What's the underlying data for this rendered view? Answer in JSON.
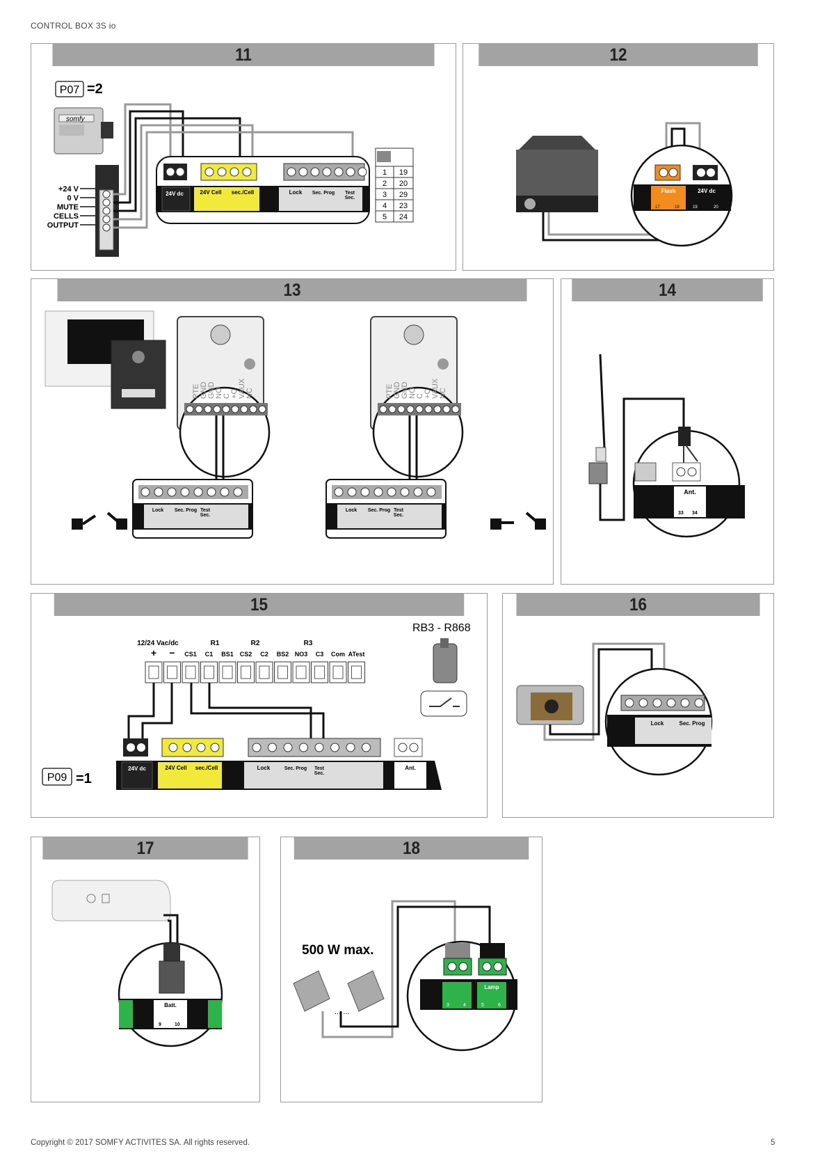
{
  "header": {
    "title": "CONTROL BOX 3S io"
  },
  "footer": {
    "copyright": "Copyright © 2017 SOMFY ACTIVITES SA. All rights reserved.",
    "page_number": "5"
  },
  "colors": {
    "panel_title_bg": "#a3a3a3",
    "yellow": "#f1ea3a",
    "orange": "#f28c1e",
    "green": "#2db34a",
    "black": "#111111",
    "grey_wire": "#999999"
  },
  "panels": {
    "p11": {
      "number": "11",
      "param_code": "P07",
      "param_value": "=2",
      "logo": "somfy",
      "sensor_labels": [
        "+24 V",
        "0 V",
        "MUTE",
        "CELLS",
        "OUTPUT"
      ],
      "sensor_pins": [
        "1",
        "2",
        "3",
        "4",
        "5"
      ],
      "terminal_24v": "24V dc",
      "terminal_cell": "24V Cell",
      "terminal_sec": "sec./Cell",
      "terminal_lock": "Lock",
      "terminal_secprog": "Sec. Prog",
      "terminal_test": "Test",
      "terminal_sec2": "Sec.",
      "table": [
        [
          "1",
          "19"
        ],
        [
          "2",
          "20"
        ],
        [
          "3",
          "29"
        ],
        [
          "4",
          "23"
        ],
        [
          "5",
          "24"
        ]
      ]
    },
    "p12": {
      "number": "12",
      "terminal_flash": "Flash",
      "terminal_24v": "24V dc",
      "pins": [
        "17",
        "18",
        "19",
        "20"
      ]
    },
    "p13": {
      "number": "13",
      "intercom_labels": [
        "PTE",
        "GND",
        "GND",
        "NO",
        "C",
        "+C",
        "VAUX",
        "NC"
      ],
      "terminal_lock": "Lock",
      "terminal_secprog": "Sec. Prog",
      "terminal_test": "Test",
      "terminal_sec2": "Sec."
    },
    "p14": {
      "number": "14",
      "terminal_ant": "Ant.",
      "pins": [
        "33",
        "34"
      ]
    },
    "p15": {
      "number": "15",
      "receiver_model": "RB3 - R868",
      "group_labels": [
        "12/24 Vac/dc",
        "R1",
        "R2",
        "R3"
      ],
      "terminal_labels": [
        "+",
        "−",
        "CS1",
        "C1",
        "BS1",
        "CS2",
        "C2",
        "BS2",
        "NO3",
        "C3",
        "Com",
        "ATest"
      ],
      "param_code": "P09",
      "param_value": "=1",
      "terminal_24v": "24V dc",
      "terminal_cell": "24V Cell",
      "terminal_sec": "sec./Cell",
      "terminal_lock": "Lock",
      "terminal_secprog": "Sec. Prog",
      "terminal_test": "Test",
      "terminal_sec2": "Sec.",
      "terminal_ant": "Ant."
    },
    "p16": {
      "number": "16",
      "terminal_lock": "Lock",
      "terminal_secprog": "Sec. Prog"
    },
    "p17": {
      "number": "17",
      "terminal_batt": "Batt.",
      "pins": [
        "9",
        "10"
      ]
    },
    "p18": {
      "number": "18",
      "power_label": "500 W max.",
      "ellipsis": "... ...",
      "terminal_lamp": "Lamp",
      "pins": [
        "3",
        "4",
        "5",
        "6"
      ]
    }
  }
}
